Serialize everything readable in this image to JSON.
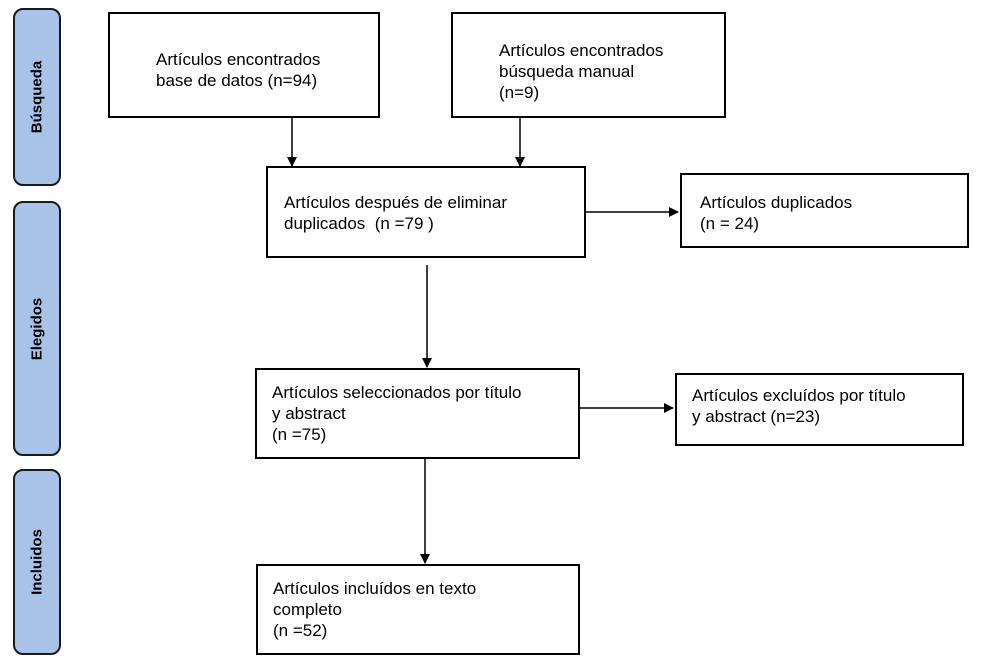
{
  "phases": {
    "busqueda": "Búsqueda",
    "elegidos": "Elegidos",
    "incluidos": "Incluidos"
  },
  "boxes": {
    "database": {
      "line1": "Artículos encontrados",
      "line2": "base de datos (n=94)"
    },
    "manual": {
      "line1": "Artículos encontrados",
      "line2": "búsqueda manual",
      "line3": "(n=9)"
    },
    "after_dedup": {
      "line1": "Artículos después de eliminar",
      "line2": "duplicados  (n =79 )"
    },
    "duplicates": {
      "line1": "Artículos duplicados",
      "line2": "(n = 24)"
    },
    "screened": {
      "line1": "Artículos seleccionados por título",
      "line2": "y abstract",
      "line3": "(n =75)"
    },
    "excluded": {
      "line1": "Artículos excluídos por título",
      "line2": "y abstract (n=23)"
    },
    "included": {
      "line1": "Artículos incluídos en texto",
      "line2": "completo",
      "line3": "(n =52)"
    }
  },
  "colors": {
    "phase_fill": "#a9c3e8",
    "border": "#000000"
  }
}
